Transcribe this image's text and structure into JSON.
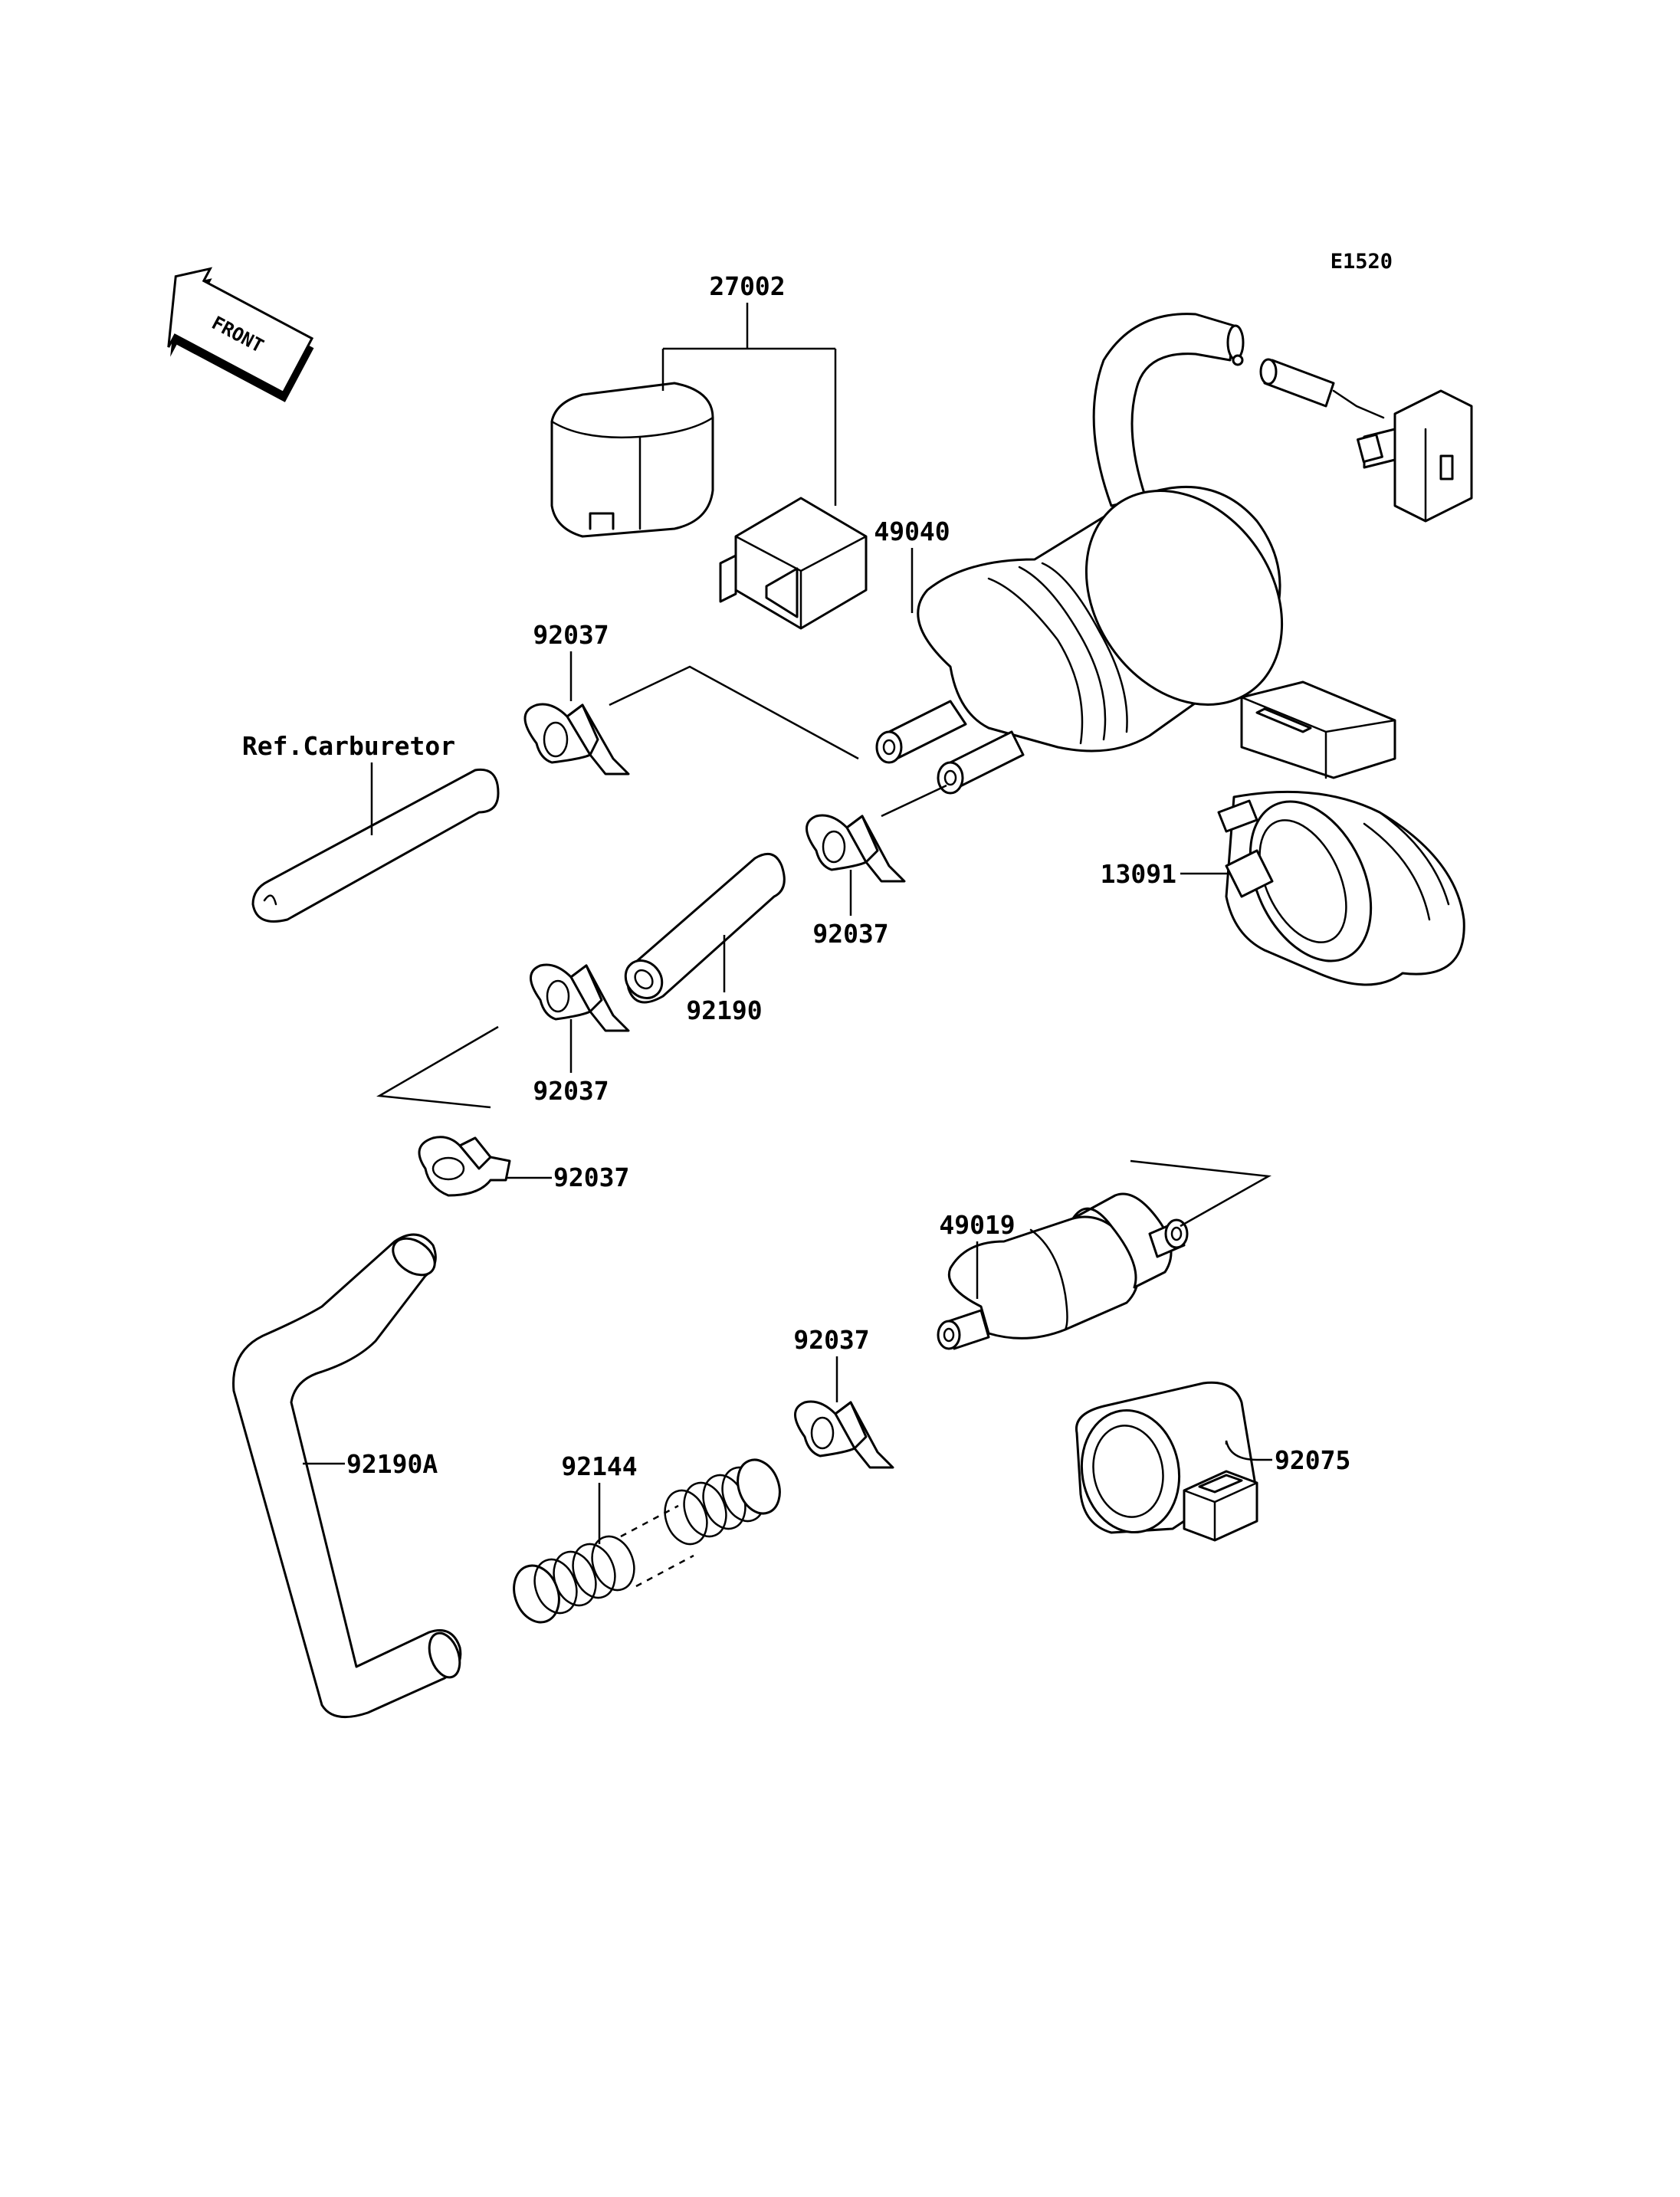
{
  "diagram_code": "E1520",
  "front_badge": "FRONT",
  "labels": {
    "p27002": "27002",
    "p49040": "49040",
    "p92037_a": "92037",
    "ref_carburetor": "Ref.Carburetor",
    "p92037_b": "92037",
    "p13091": "13091",
    "p92190": "92190",
    "p92037_c": "92037",
    "p92037_d": "92037",
    "p49019": "49019",
    "p92037_e": "92037",
    "p92075": "92075",
    "p92190A": "92190A",
    "p92144": "92144"
  }
}
